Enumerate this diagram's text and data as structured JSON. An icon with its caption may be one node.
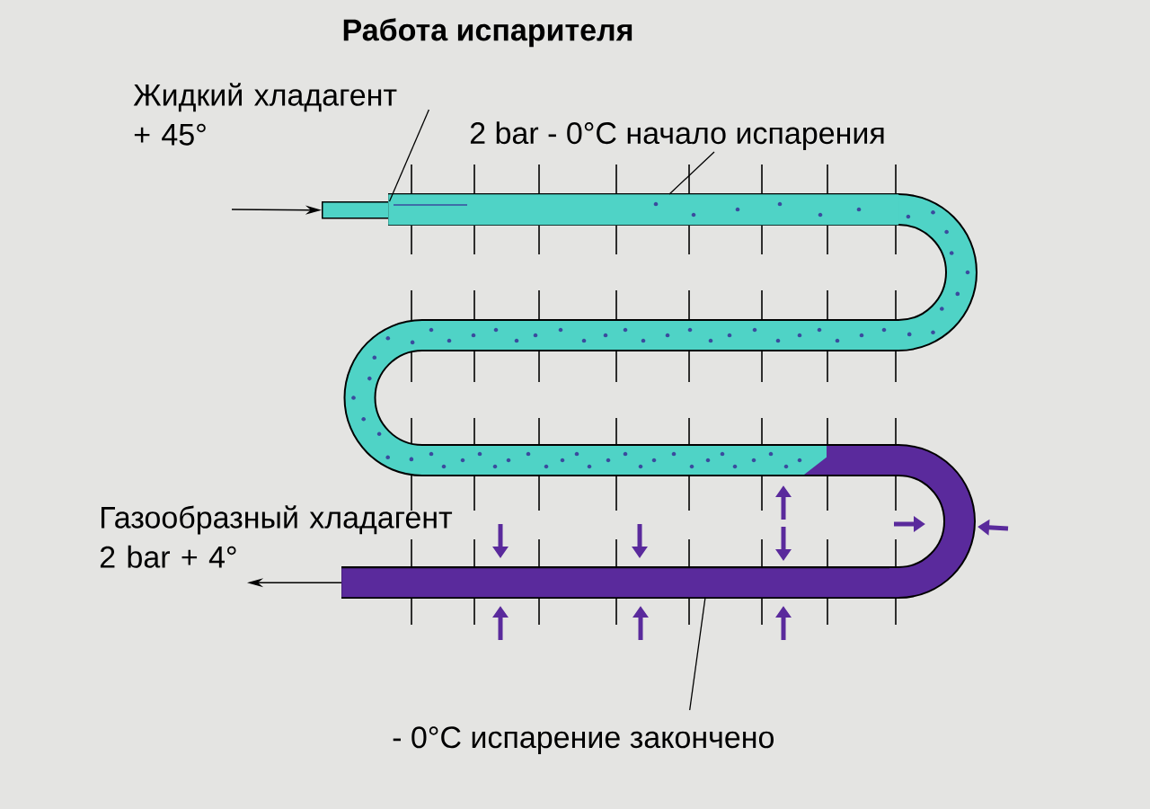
{
  "diagram": {
    "title": "Работа испарителя",
    "nodes": [
      {
        "text": [
          "Жидкий хладагент + 45°"
        ]
      },
      {
        "text": [
          "2 bar - 0°C начало испарения"
        ]
      },
      {
        "text": [
          "- 0°C испарение закончено"
        ]
      },
      {
        "text": [],
        "shape": "bar"
      },
      {
        "text": [],
        "shape": "bar"
      },
      {
        "text": [],
        "shape": "bar"
      },
      {
        "text": [
          "Газообразный хладагент 2 bar + 4°"
        ]
      }
    ],
    "edges": [
      {
        "from": 0,
        "to": 3,
        "arrow": "none"
      },
      {
        "from": 1,
        "to": 4,
        "arrow": "none"
      },
      {
        "from": 2,
        "to": 5,
        "arrow": "none"
      },
      {
        "from": null,
        "to": 3,
        "arrow": "to"
      },
      {
        "from": 5,
        "to": 6,
        "arrow": "to"
      }
    ]
  }
}
